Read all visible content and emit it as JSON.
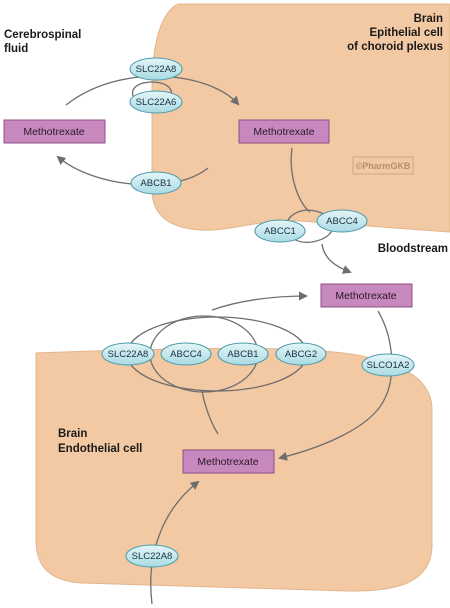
{
  "labels": {
    "csf": [
      "Cerebrospinal",
      "fluid"
    ],
    "epithelial": [
      "Brain",
      "Epithelial cell",
      "of choroid plexus"
    ],
    "bloodstream": "Bloodstream",
    "endothelial": [
      "Brain",
      "Endothelial cell"
    ]
  },
  "drug": "Methotrexate",
  "transporters": {
    "choroid_top": "SLC22A8",
    "choroid_bottom": "SLC22A6",
    "choroid_efflux": "ABCB1",
    "basolateral_1": "ABCC1",
    "basolateral_2": "ABCC4",
    "bbb_1": "SLC22A8",
    "bbb_2": "ABCC4",
    "bbb_3": "ABCB1",
    "bbb_4": "ABCG2",
    "bbb_uptake": "SLCO1A2",
    "bottom_uptake": "SLC22A8"
  },
  "watermark": "©PharmGKB",
  "colors": {
    "cell_fill": "#f2c9a3",
    "cell_stroke": "#e3b58c",
    "drug_box_fill": "#c688bd",
    "drug_box_stroke": "#8e4f86",
    "transporter_fill": "#bfe6ec",
    "transporter_stroke": "#4a9aaa",
    "line": "#6e6e6e"
  }
}
